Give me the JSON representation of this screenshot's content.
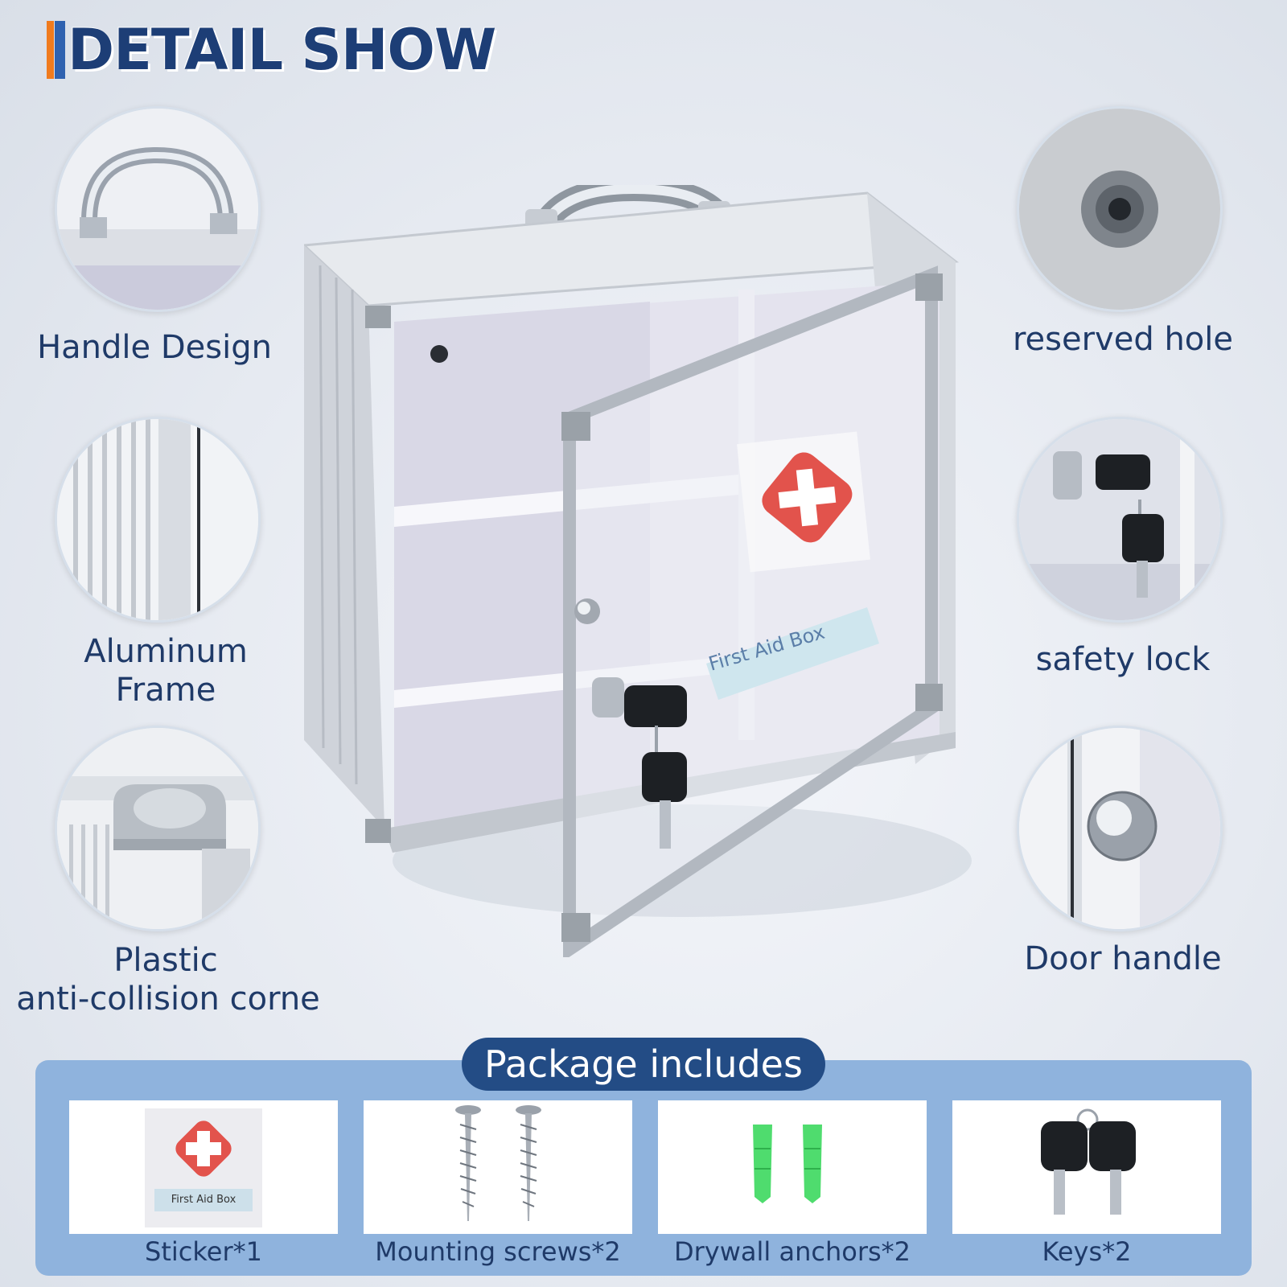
{
  "header": {
    "title": "DETAIL SHOW"
  },
  "features_left": [
    {
      "label": "Handle Design"
    },
    {
      "label_line1": "Aluminum",
      "label_line2": "Frame"
    },
    {
      "label_line1": "Plastic",
      "label_line2": "anti-collision corne"
    }
  ],
  "features_right": [
    {
      "label": "reserved hole"
    },
    {
      "label": "safety lock"
    },
    {
      "label": "Door handle"
    }
  ],
  "cabinet": {
    "door_sign": "First Aid Box"
  },
  "package": {
    "title": "Package includes",
    "sticker_text": "First Aid Box",
    "items": [
      {
        "label": "Sticker*1"
      },
      {
        "label": "Mounting screws*2"
      },
      {
        "label": "Drywall anchors*2"
      },
      {
        "label": "Keys*2"
      }
    ]
  },
  "colors": {
    "navy": "#1d3e76",
    "accent_orange": "#f07b1e",
    "panel_blue": "#8fb3dd",
    "pill_navy": "#234c85",
    "red_cross": "#e2534c",
    "anchor_green": "#4fdc6e"
  }
}
